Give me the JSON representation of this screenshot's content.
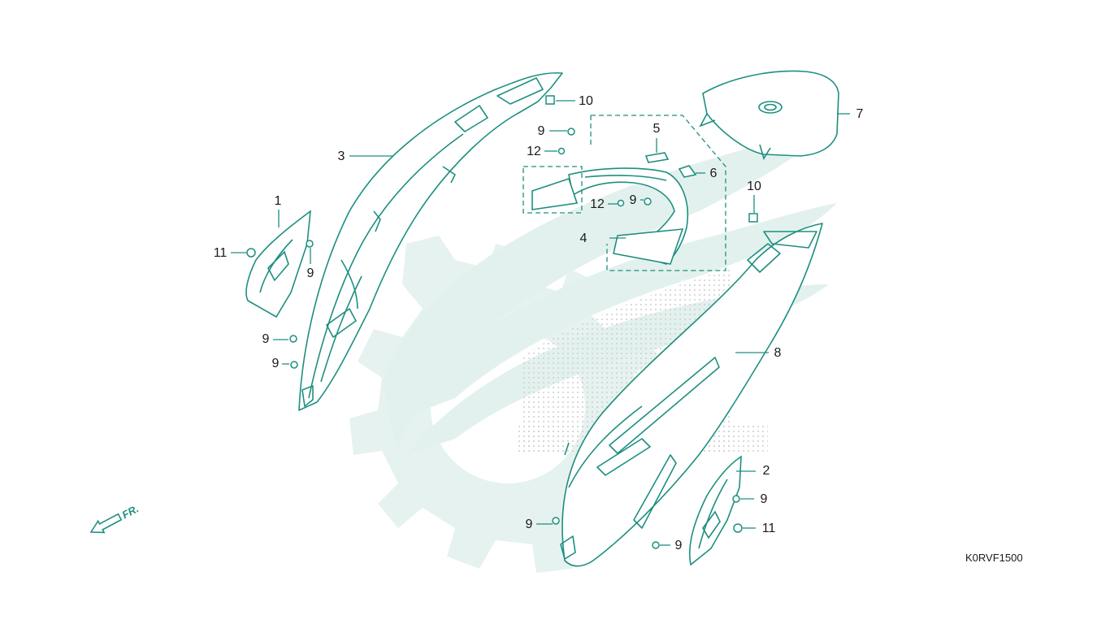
{
  "diagram": {
    "colors": {
      "line": "#1d8f80",
      "watermark": "#e3f1ee",
      "dots": "#cfcfcf",
      "label": "#1a1a1a"
    },
    "callouts": [
      {
        "id": "c1",
        "text": "1"
      },
      {
        "id": "c2",
        "text": "2"
      },
      {
        "id": "c3",
        "text": "3"
      },
      {
        "id": "c4",
        "text": "4"
      },
      {
        "id": "c5",
        "text": "5"
      },
      {
        "id": "c6",
        "text": "6"
      },
      {
        "id": "c7",
        "text": "7"
      },
      {
        "id": "c8",
        "text": "8"
      },
      {
        "id": "c9a",
        "text": "9"
      },
      {
        "id": "c9b",
        "text": "9"
      },
      {
        "id": "c9c",
        "text": "9"
      },
      {
        "id": "c9d",
        "text": "9"
      },
      {
        "id": "c9e",
        "text": "9"
      },
      {
        "id": "c9f",
        "text": "9"
      },
      {
        "id": "c9g",
        "text": "9"
      },
      {
        "id": "c9h",
        "text": "9"
      },
      {
        "id": "c10a",
        "text": "10"
      },
      {
        "id": "c10b",
        "text": "10"
      },
      {
        "id": "c11a",
        "text": "11"
      },
      {
        "id": "c11b",
        "text": "11"
      },
      {
        "id": "c12a",
        "text": "12"
      },
      {
        "id": "c12b",
        "text": "12"
      }
    ],
    "direction_label": "FR.",
    "drawing_code": "K0RVF1500"
  }
}
